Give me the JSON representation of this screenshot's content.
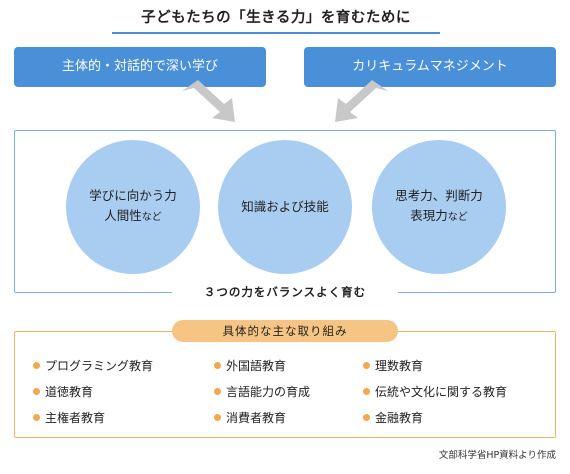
{
  "title": "子どもたちの「生きる力」を育むために",
  "approaches": {
    "left": "主体的・対話的で深い学び",
    "right": "カリキュラムマネジメント"
  },
  "abilities": [
    {
      "line1": "学びに向かう力",
      "line2_main": "人間性",
      "line2_suffix": "など"
    },
    {
      "line1": "知識および技能",
      "line2_main": "",
      "line2_suffix": ""
    },
    {
      "line1": "思考力、判断力",
      "line2_main": "表現力",
      "line2_suffix": "など"
    }
  ],
  "balance_label": "３つの力をバランスよく育む",
  "initiatives": {
    "heading": "具体的な主な取り組み",
    "items": [
      "プログラミング教育",
      "外国語教育",
      "理数教育",
      "道徳教育",
      "言語能力の育成",
      "伝統や文化に関する教育",
      "主権者教育",
      "消費者教育",
      "金融教育"
    ]
  },
  "source": "文部科学省HP資料より作成",
  "colors": {
    "blue": "#4a90d9",
    "light_blue": "#a9cdf0",
    "orange": "#f2a84e",
    "light_orange": "#f6c583",
    "arrow_gray": "#c8c8c8"
  }
}
